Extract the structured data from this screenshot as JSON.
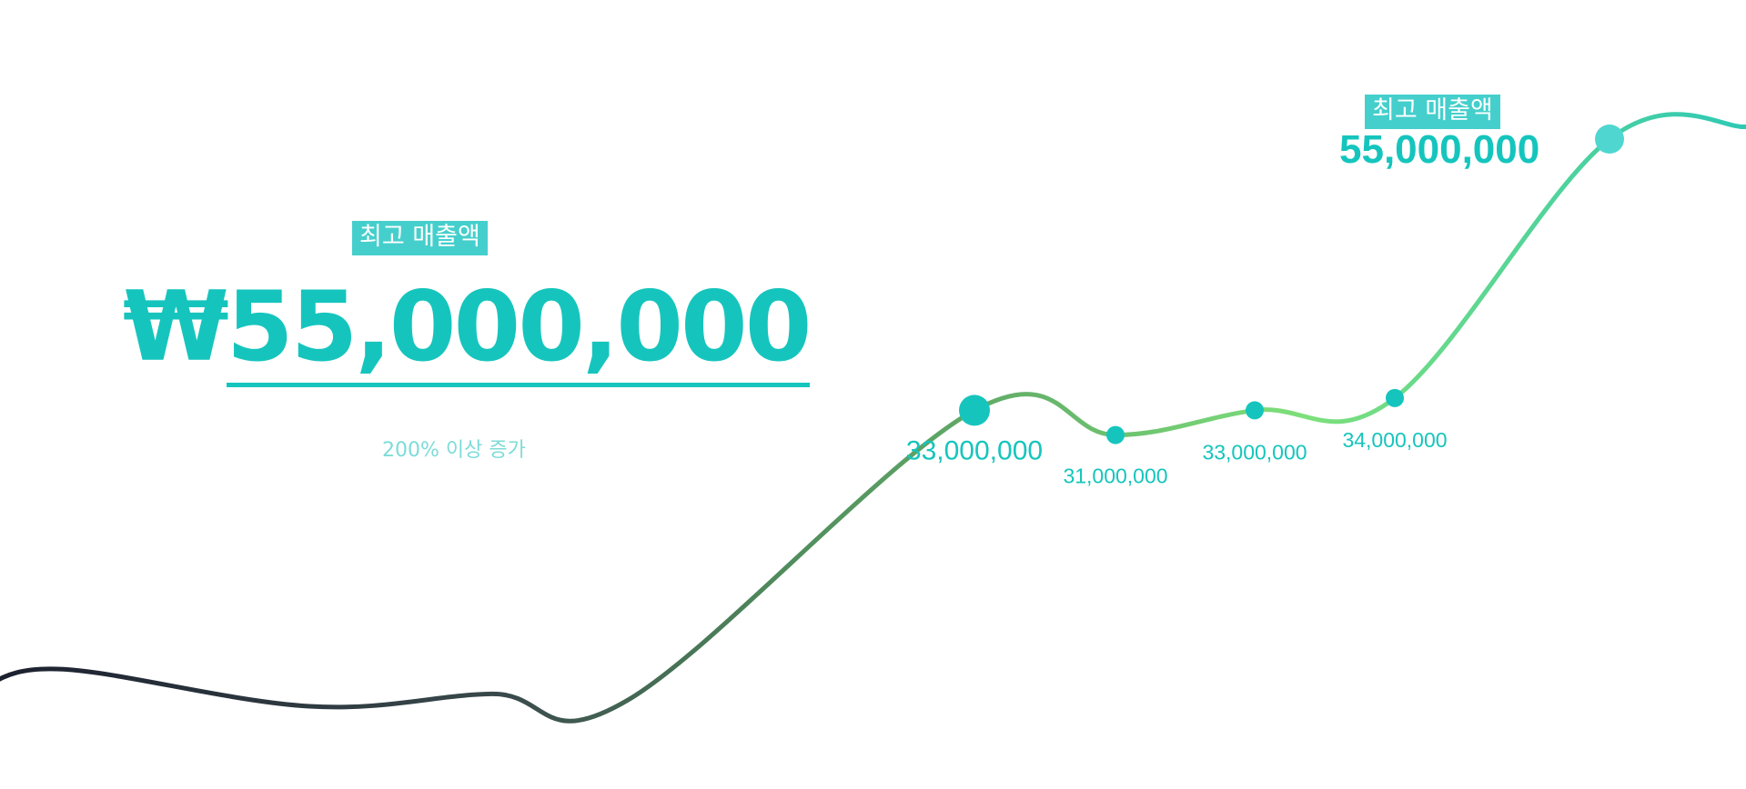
{
  "summary": {
    "tag_label": "최고 매출액",
    "currency_symbol": "₩",
    "amount": "55,000,000",
    "subtitle": "200% 이상 증가"
  },
  "peak": {
    "tag_label": "최고 매출액",
    "value_label": "55,000,000"
  },
  "colors": {
    "accent": "#15c5bd",
    "tag_bg": "#45cfcc",
    "line_start": "#1b1f2e",
    "line_mid": "#4f8a5c",
    "line_end": "#7de07a"
  },
  "chart_data": {
    "type": "line",
    "title": "",
    "xlabel": "",
    "ylabel": "",
    "ylim": [
      0,
      60000000
    ],
    "grid": false,
    "points": [
      {
        "x": 0,
        "y": 12000000,
        "label": ""
      },
      {
        "x": 1,
        "y": 9000000,
        "label": ""
      },
      {
        "x": 2,
        "y": 10000000,
        "label": ""
      },
      {
        "x": 3,
        "y": 9500000,
        "label": ""
      },
      {
        "x": 4,
        "y": 33000000,
        "label": "33,000,000",
        "marker": "large"
      },
      {
        "x": 5,
        "y": 31000000,
        "label": "31,000,000",
        "marker": "small"
      },
      {
        "x": 6,
        "y": 33000000,
        "label": "33,000,000",
        "marker": "small"
      },
      {
        "x": 7,
        "y": 34000000,
        "label": "34,000,000",
        "marker": "small"
      },
      {
        "x": 8,
        "y": 55000000,
        "label": "",
        "marker": "peak"
      },
      {
        "x": 9,
        "y": 56000000,
        "label": ""
      }
    ]
  }
}
